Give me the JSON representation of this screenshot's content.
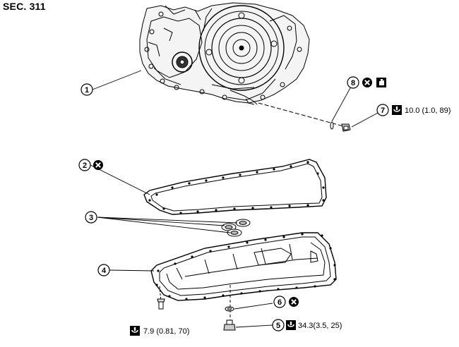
{
  "section": {
    "label": "SEC. 311"
  },
  "callouts": [
    {
      "number": "1",
      "name": "transaxle-assembly"
    },
    {
      "number": "2",
      "name": "oil-pan-gasket"
    },
    {
      "number": "3",
      "name": "magnets"
    },
    {
      "number": "4",
      "name": "oil-pan"
    },
    {
      "number": "5",
      "name": "drain-plug"
    },
    {
      "number": "6",
      "name": "drain-plug-gasket"
    },
    {
      "number": "7",
      "name": "overflow-plug"
    },
    {
      "number": "8",
      "name": "o-ring"
    }
  ],
  "torque_specs": {
    "item7": "10.0 (1.0, 89)",
    "item5": "34.3(3.5, 25)",
    "pan_bolt": "7.9 (0.81, 70)"
  },
  "icons": {
    "do_not_reuse": "do-not-reuse-icon",
    "torque": "torque-wrench-icon",
    "fluid": "apply-fluid-icon"
  }
}
